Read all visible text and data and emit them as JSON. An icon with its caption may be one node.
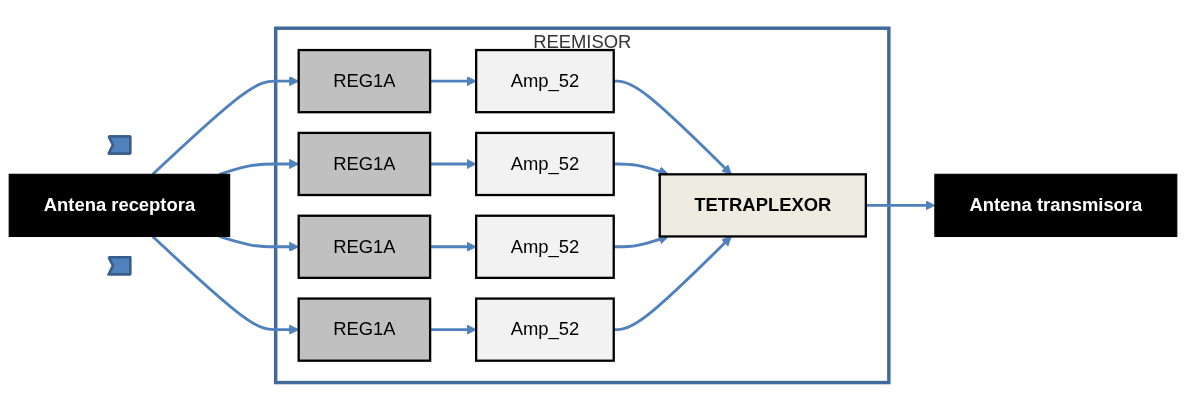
{
  "diagram": {
    "nodes": [
      {
        "text": [],
        "shape": "arrow"
      },
      {
        "text": [
          "Antena receptora"
        ]
      },
      {
        "text": [
          "REEMISOR"
        ]
      },
      {
        "text": [
          "REG1A"
        ],
        "in": 2
      },
      {
        "text": [
          "REG1A"
        ],
        "in": 2
      },
      {
        "text": [
          "REG1A"
        ],
        "in": 2
      },
      {
        "text": [
          "REG1A"
        ],
        "in": 2
      },
      {
        "text": [
          "Amp_52"
        ],
        "in": 2
      },
      {
        "text": [
          "Amp_52"
        ],
        "in": 2
      },
      {
        "text": [
          "Amp_52"
        ],
        "in": 2
      },
      {
        "text": [
          "Amp_52"
        ],
        "in": 2
      },
      {
        "text": [
          "TETRAPLEXOR"
        ],
        "in": 2
      },
      {
        "text": [
          "Antena transmisora"
        ]
      },
      {
        "text": [],
        "shape": "arrow"
      }
    ],
    "edges": [
      {
        "from": 1,
        "to": 3,
        "arrow": "to"
      },
      {
        "from": 1,
        "to": 4,
        "arrow": "to"
      },
      {
        "from": 1,
        "to": 5,
        "arrow": "to"
      },
      {
        "from": 1,
        "to": 6,
        "arrow": "to"
      },
      {
        "from": 3,
        "to": 7,
        "arrow": "to"
      },
      {
        "from": 4,
        "to": 8,
        "arrow": "to"
      },
      {
        "from": 5,
        "to": 9,
        "arrow": "to"
      },
      {
        "from": 6,
        "to": 10,
        "arrow": "to"
      },
      {
        "from": 7,
        "to": 11,
        "arrow": "to"
      },
      {
        "from": 8,
        "to": 11,
        "arrow": "to"
      },
      {
        "from": 9,
        "to": 11,
        "arrow": "to"
      },
      {
        "from": 10,
        "to": 11,
        "arrow": "to"
      },
      {
        "from": 11,
        "to": 12,
        "arrow": "to"
      }
    ]
  }
}
